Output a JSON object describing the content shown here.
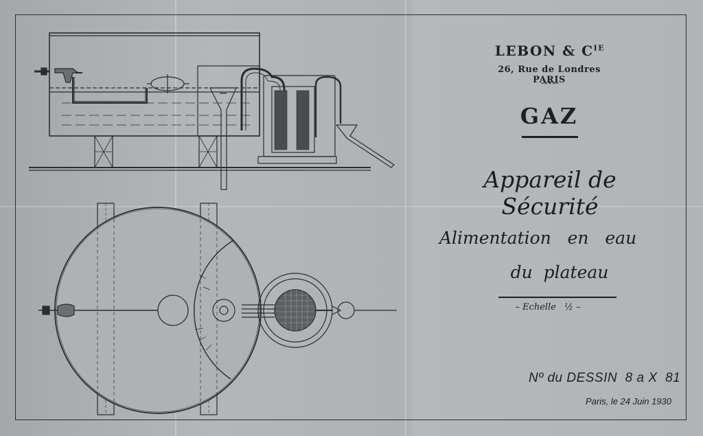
{
  "title_block": {
    "company": "LEBON & C",
    "company_suffix": "IE",
    "address": "26, Rue de Londres PARIS",
    "arrow_mark": "→•←",
    "category": "GAZ",
    "apparatus_title": "Appareil de Sécurité",
    "supply_line1": "Alimentation   en   eau",
    "supply_line2": "du  plateau",
    "scale_label": "– Echelle   ½ –",
    "drawing_number": "Nº du DESSIN  8 a X  81",
    "date_line": "Paris, le 24 Juin 1930"
  },
  "colors": {
    "paper": "#aeb2b4",
    "ink": "#2a2c2e"
  },
  "drawing": {
    "views": [
      "elevation",
      "plan"
    ]
  }
}
